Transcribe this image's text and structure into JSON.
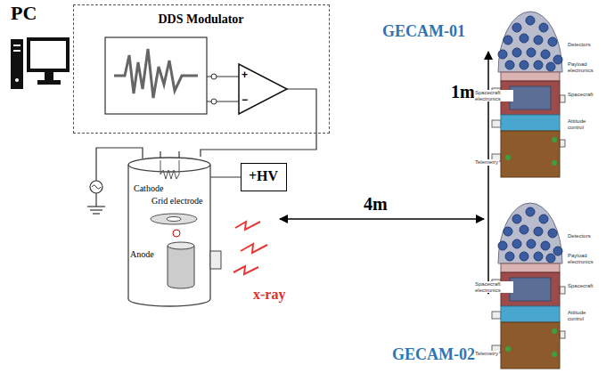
{
  "diagram": {
    "nodes": [
      {
        "text": [
          "PC"
        ]
      },
      {
        "text": [
          "DDS Modulator"
        ]
      },
      {
        "text": [
          "Cathode",
          "Grid electrode",
          "Anode"
        ]
      },
      {
        "text": [
          "+HV"
        ]
      },
      {
        "text": [
          "GECAM-01"
        ]
      },
      {
        "text": [
          "GECAM-02"
        ]
      }
    ],
    "edges": [
      {
        "from": 1,
        "to": 2,
        "arrow": "none"
      },
      {
        "from": 3,
        "to": 2,
        "arrow": "none"
      }
    ],
    "labels": [
      "x-ray",
      "4m",
      "1m",
      "+",
      "−",
      "Detectors",
      "Payload electronics",
      "Spacecraft",
      "Attitude control",
      "Spacecraft electronics",
      "Telemetry",
      "Detectors",
      "Payload electronics",
      "Spacecraft",
      "Attitude control",
      "Spacecraft electronics",
      "Telemetry"
    ]
  }
}
